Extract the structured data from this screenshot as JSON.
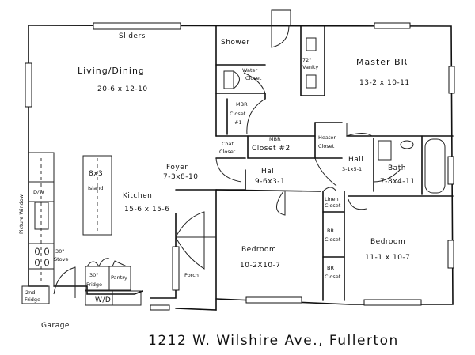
{
  "title": "1212 W. Wilshire Ave., Fullerton",
  "rooms": {
    "living_dining": {
      "name": "Living/Dining",
      "size": "20-6 x 12-10"
    },
    "sliders": "Sliders",
    "shower": "Shower",
    "water_closet": {
      "l1": "Water",
      "l2": "Closet"
    },
    "vanity": {
      "l1": "72\"",
      "l2": "Vanity"
    },
    "master_br": {
      "name": "Master BR",
      "size": "13-2 x 10-11"
    },
    "mbr_closet_1": {
      "l1": "MBR",
      "l2": "Closet",
      "l3": "#1"
    },
    "coat_closet": {
      "l1": "Coat",
      "l2": "Closet"
    },
    "mbr_closet_2": {
      "l1": "MBR",
      "l2": "Closet #2"
    },
    "heater_closet": {
      "l1": "Heater",
      "l2": "Closet"
    },
    "hall_small": {
      "name": "Hall",
      "size": "3-1x5-1"
    },
    "bath": {
      "name": "Bath",
      "size": "7-8x4-11"
    },
    "foyer": {
      "name": "Foyer",
      "size": "7-3x8-10"
    },
    "hall_main": {
      "name": "Hall",
      "size": "9-6x3-1"
    },
    "island": {
      "l1": "8x3",
      "l2": "Island"
    },
    "kitchen": {
      "name": "Kitchen",
      "size": "15-6 x 15-6"
    },
    "dw": "D/W",
    "picture_window": "Picture Window",
    "stove": {
      "l1": "30\"",
      "l2": "Stove"
    },
    "fridge": {
      "l1": "30\"",
      "l2": "Fridge"
    },
    "pantry": "Pantry",
    "second_fridge": {
      "l1": "2nd",
      "l2": "Fridge"
    },
    "washer_dryer": "W/D",
    "porch": "Porch",
    "linen_closet": {
      "l1": "Linen",
      "l2": "Closet"
    },
    "br_closet_1": {
      "l1": "BR",
      "l2": "Closet"
    },
    "br_closet_2": {
      "l1": "BR",
      "l2": "Closet"
    },
    "bedroom_left": {
      "name": "Bedroom",
      "size": "10-2X10-7"
    },
    "bedroom_right": {
      "name": "Bedroom",
      "size": "11-1 x 10-7"
    },
    "garage": "Garage"
  }
}
